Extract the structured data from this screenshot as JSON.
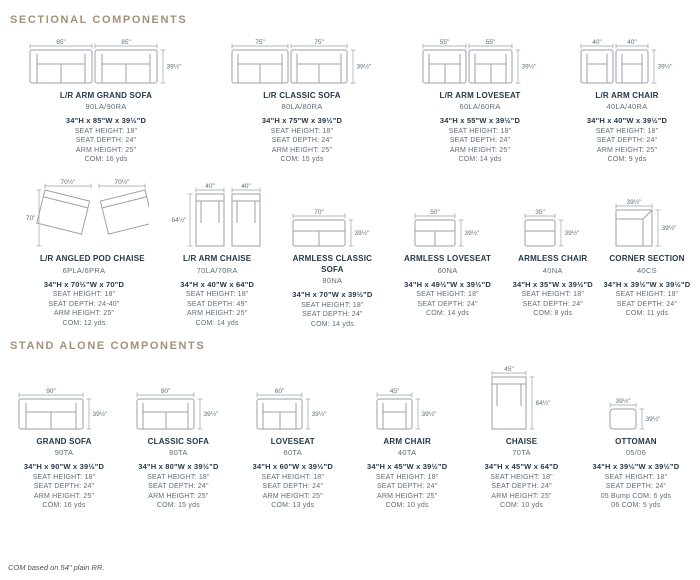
{
  "sections": [
    {
      "heading": "SECTIONAL COMPONENTS"
    },
    {
      "heading": "STAND ALONE COMPONENTS"
    }
  ],
  "footnote": "COM based on 54\" plain RR.",
  "row1": [
    {
      "title": "L/R ARM GRAND SOFA",
      "sku": "90LA/90RA",
      "dims": "34\"H x 85\"W x 39½\"D",
      "specs": [
        "SEAT HEIGHT: 18\"",
        "SEAT DEPTH: 24\"",
        "ARM HEIGHT: 25\"",
        "COM: 16 yds"
      ],
      "diag": {
        "w1": "85\"",
        "w2": "85\"",
        "d": "39½\""
      }
    },
    {
      "title": "L/R CLASSIC SOFA",
      "sku": "80LA/80RA",
      "dims": "34\"H x 75\"W x 39½\"D",
      "specs": [
        "SEAT HEIGHT: 18\"",
        "SEAT DEPTH: 24\"",
        "ARM HEIGHT: 25\"",
        "COM: 15 yds"
      ],
      "diag": {
        "w1": "75\"",
        "w2": "75\"",
        "d": "39½\""
      }
    },
    {
      "title": "L/R ARM LOVESEAT",
      "sku": "60LA/60RA",
      "dims": "34\"H x 55\"W x 39½\"D",
      "specs": [
        "SEAT HEIGHT: 18\"",
        "SEAT DEPTH: 24\"",
        "ARM HEIGHT: 25\"",
        "COM: 14 yds"
      ],
      "diag": {
        "w1": "55\"",
        "w2": "55\"",
        "d": "39½\""
      }
    },
    {
      "title": "L/R ARM CHAIR",
      "sku": "40LA/40RA",
      "dims": "34\"H x 40\"W x 39½\"D",
      "specs": [
        "SEAT HEIGHT: 18\"",
        "SEAT DEPTH: 24\"",
        "ARM HEIGHT: 25\"",
        "COM: 9 yds"
      ],
      "diag": {
        "w1": "40\"",
        "w2": "40\"",
        "d": "39½\""
      }
    }
  ],
  "row2": [
    {
      "title": "L/R ANGLED POD CHAISE",
      "sku": "6PLA/6PRA",
      "dims": "34\"H x 70½\"W x 70\"D",
      "specs": [
        "SEAT HEIGHT: 18\"",
        "SEAT DEPTH: 24-40\"",
        "ARM HEIGHT: 25\"",
        "COM: 12 yds"
      ],
      "diag": {
        "w1": "70½\"",
        "w2": "70½\"",
        "d": "70\""
      }
    },
    {
      "title": "L/R ARM CHAISE",
      "sku": "70LA/70RA",
      "dims": "34\"H x 40\"W x 64\"D",
      "specs": [
        "SEAT HEIGHT: 18\"",
        "SEAT DEPTH: 49\"",
        "ARM HEIGHT: 25\"",
        "COM: 14 yds"
      ],
      "diag": {
        "w1": "40\"",
        "w2": "40\"",
        "d": "64½\""
      }
    },
    {
      "title": "ARMLESS CLASSIC SOFA",
      "sku": "80NA",
      "dims": "34\"H x 70\"W x 39½\"D",
      "specs": [
        "SEAT HEIGHT: 18\"",
        "SEAT DEPTH: 24\"",
        "COM: 14 yds"
      ],
      "diag": {
        "w1": "70\"",
        "d": "39½\""
      }
    },
    {
      "title": "ARMLESS LOVESEAT",
      "sku": "60NA",
      "dims": "34\"H x 49½\"W x 39½\"D",
      "specs": [
        "SEAT HEIGHT: 18\"",
        "SEAT DEPTH: 24\"",
        "COM: 14 yds"
      ],
      "diag": {
        "w1": "50\"",
        "d": "39½\""
      }
    },
    {
      "title": "ARMLESS CHAIR",
      "sku": "40NA",
      "dims": "34\"H x 35\"W x 39½\"D",
      "specs": [
        "SEAT HEIGHT: 18\"",
        "SEAT DEPTH: 24\"",
        "COM: 8 yds"
      ],
      "diag": {
        "w1": "35\"",
        "d": "39½\""
      }
    },
    {
      "title": "CORNER SECTION",
      "sku": "40CS",
      "dims": "34\"H x 39½\"W x 39½\"D",
      "specs": [
        "SEAT HEIGHT: 18\"",
        "SEAT DEPTH: 24\"",
        "COM: 11 yds"
      ],
      "diag": {
        "w1": "39½\"",
        "d": "39½\""
      }
    }
  ],
  "row3": [
    {
      "title": "GRAND SOFA",
      "sku": "90TA",
      "dims": "34\"H x 90\"W x 39½\"D",
      "specs": [
        "SEAT HEIGHT: 18\"",
        "SEAT DEPTH: 24\"",
        "ARM HEIGHT: 25\"",
        "COM: 16 yds"
      ],
      "diag": {
        "w1": "90\"",
        "d": "39½\""
      }
    },
    {
      "title": "CLASSIC SOFA",
      "sku": "80TA",
      "dims": "34\"H x 80\"W x 39½\"D",
      "specs": [
        "SEAT HEIGHT: 18\"",
        "SEAT DEPTH: 24\"",
        "ARM HEIGHT: 25\"",
        "COM: 15 yds"
      ],
      "diag": {
        "w1": "80\"",
        "d": "39½\""
      }
    },
    {
      "title": "LOVESEAT",
      "sku": "60TA",
      "dims": "34\"H x 60\"W x 39½\"D",
      "specs": [
        "SEAT HEIGHT: 18\"",
        "SEAT DEPTH: 24\"",
        "ARM HEIGHT: 25\"",
        "COM: 13 yds"
      ],
      "diag": {
        "w1": "60\"",
        "d": "39½\""
      }
    },
    {
      "title": "ARM CHAIR",
      "sku": "40TA",
      "dims": "34\"H x 45\"W x 39½\"D",
      "specs": [
        "SEAT HEIGHT: 18\"",
        "SEAT DEPTH: 24\"",
        "ARM HEIGHT: 25\"",
        "COM: 10 yds"
      ],
      "diag": {
        "w1": "45\"",
        "d": "39½\""
      }
    },
    {
      "title": "CHAISE",
      "sku": "70TA",
      "dims": "34\"H x 45\"W x 64\"D",
      "specs": [
        "SEAT HEIGHT: 18\"",
        "SEAT DEPTH: 24\"",
        "ARM HEIGHT: 25\"",
        "COM: 10 yds"
      ],
      "diag": {
        "w1": "45\"",
        "d": "64½\""
      }
    },
    {
      "title": "OTTOMAN",
      "sku": "05/06",
      "dims": "34\"H x 39½\"W x 39½\"D",
      "specs": [
        "SEAT HEIGHT: 18\"",
        "SEAT DEPTH: 24\"",
        "05 Bump COM: 6 yds",
        "06 COM: 5 yds"
      ],
      "diag": {
        "w1": "39½\"",
        "d": "39½\""
      }
    }
  ]
}
